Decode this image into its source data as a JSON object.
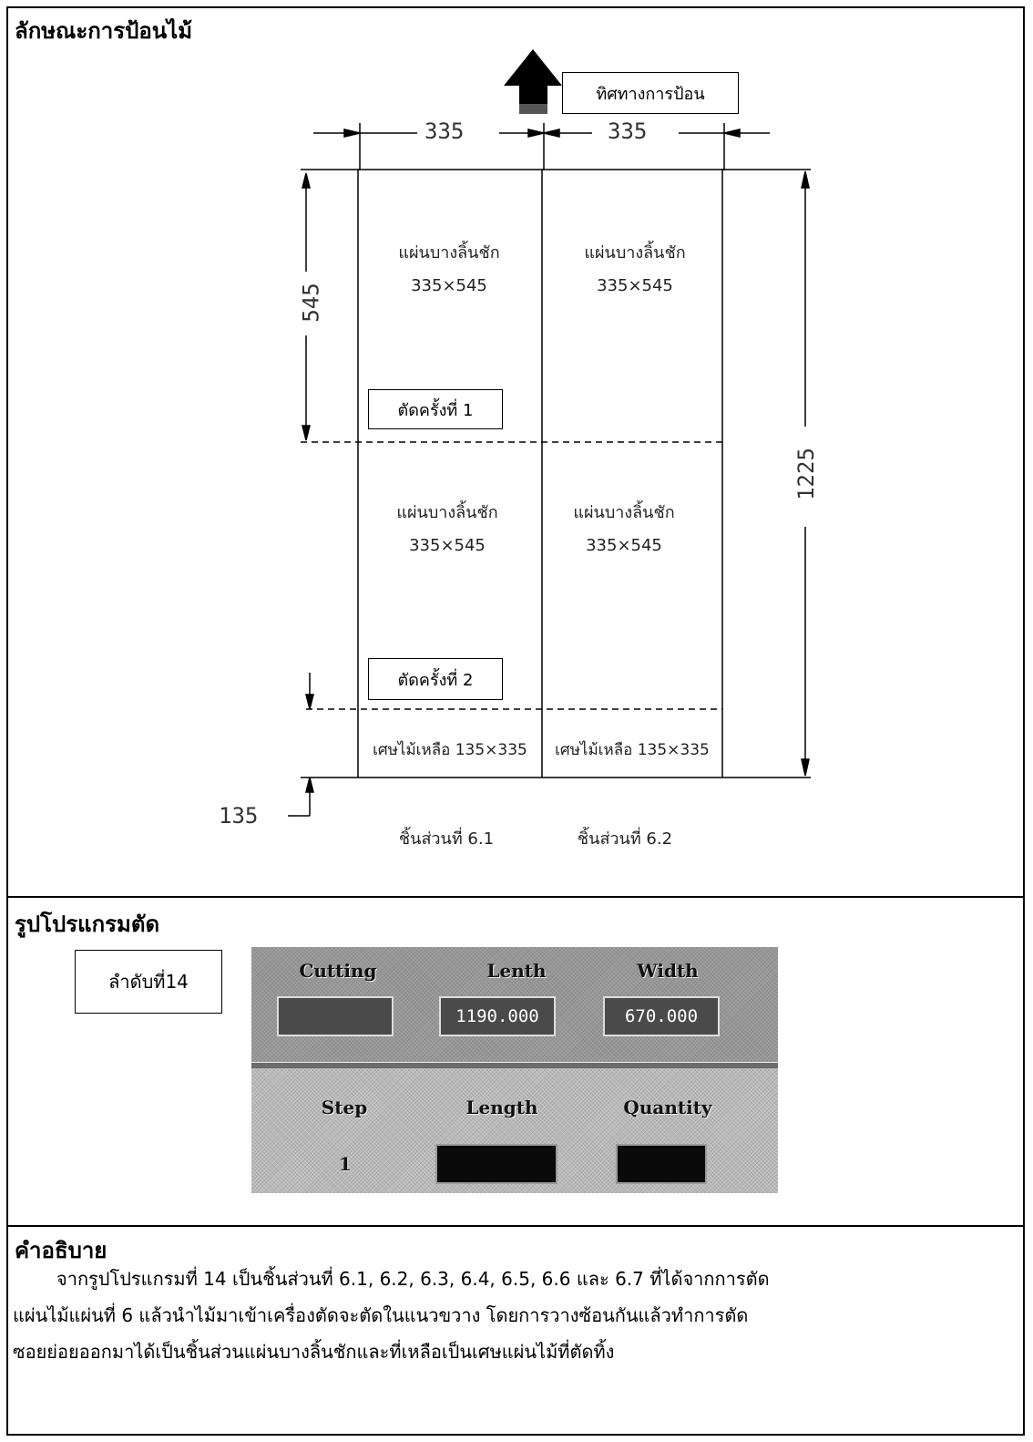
{
  "section1": {
    "title": "ลักษณะการป้อนไม้",
    "feed_direction_label": "ทิศทางการป้อน",
    "dimensions": {
      "top_left_width": "335",
      "top_right_width": "335",
      "left_height": "545",
      "right_total_height": "1225",
      "bottom_offcut": "135"
    },
    "cells": [
      {
        "name": "แผ่นบางลิ้นชัก",
        "size": "335×545"
      },
      {
        "name": "แผ่นบางลิ้นชัก",
        "size": "335×545"
      },
      {
        "name": "แผ่นบางลิ้นชัก",
        "size": "335×545"
      },
      {
        "name": "แผ่นบางลิ้นชัก",
        "size": "335×545"
      }
    ],
    "scraps": [
      "เศษไม้เหลือ 135×335",
      "เศษไม้เหลือ 135×335"
    ],
    "cut_labels": [
      "ตัดครั้งที่ 1",
      "ตัดครั้งที่ 2"
    ],
    "piece_labels": [
      "ชิ้นส่วนที่ 6.1",
      "ชิ้นส่วนที่ 6.2"
    ]
  },
  "section2": {
    "title": "รูปโปรแกรมตัด",
    "sequence_label": "ลำดับที่14",
    "panel": {
      "cutting_label": "Cutting",
      "length_label": "Lenth",
      "width_label": "Width",
      "length_value": "1190.000",
      "width_value": "670.000",
      "step_label": "Step",
      "step_length_label": "Length",
      "quantity_label": "Quantity",
      "step_value": "1"
    }
  },
  "section3": {
    "title": "คำอธิบาย",
    "lines": [
      "จากรูปโปรแกรมที่ 14 เป็นชิ้นส่วนที่ 6.1, 6.2, 6.3, 6.4, 6.5, 6.6 และ 6.7  ที่ได้จากการตัด",
      "แผ่นไม้แผ่นที่ 6 แล้วนำไม้มาเข้าเครื่องตัดจะตัดในแนวขวาง  โดยการวางซ้อนกันแล้วทำการตัด",
      "ซอยย่อยออกมาได้เป็นชิ้นส่วนแผ่นบางลิ้นชักและที่เหลือเป็นเศษแผ่นไม้ที่ตัดทิ้ง"
    ]
  }
}
